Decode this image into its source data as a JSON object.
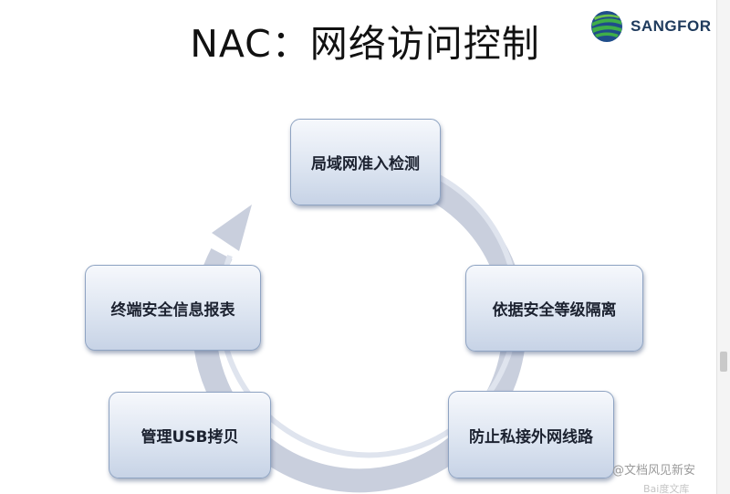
{
  "slide": {
    "title": "NAC：网络访问控制",
    "logo": {
      "brand": "SANGFOR",
      "icon": "sangfor-globe-logo"
    }
  },
  "diagram": {
    "type": "cycle",
    "nodes": [
      {
        "id": "lan-admission",
        "label": "局域网准入检测"
      },
      {
        "id": "security-isolation",
        "label": "依据安全等级隔离"
      },
      {
        "id": "private-network",
        "label": "防止私接外网线路"
      },
      {
        "id": "usb-copy",
        "label": "管理USB拷贝"
      },
      {
        "id": "security-report",
        "label": "终端安全信息报表"
      }
    ],
    "cycle_color": "#c9cfdd"
  },
  "watermark": {
    "text": "@文档风见新安",
    "sub": "Bai度文库"
  },
  "colors": {
    "node_border": "#8ea3c2",
    "node_fill_top": "#f6f8fc",
    "node_fill_bottom": "#c7d3e6",
    "title": "#111111",
    "brand": "#1e3a5c"
  }
}
